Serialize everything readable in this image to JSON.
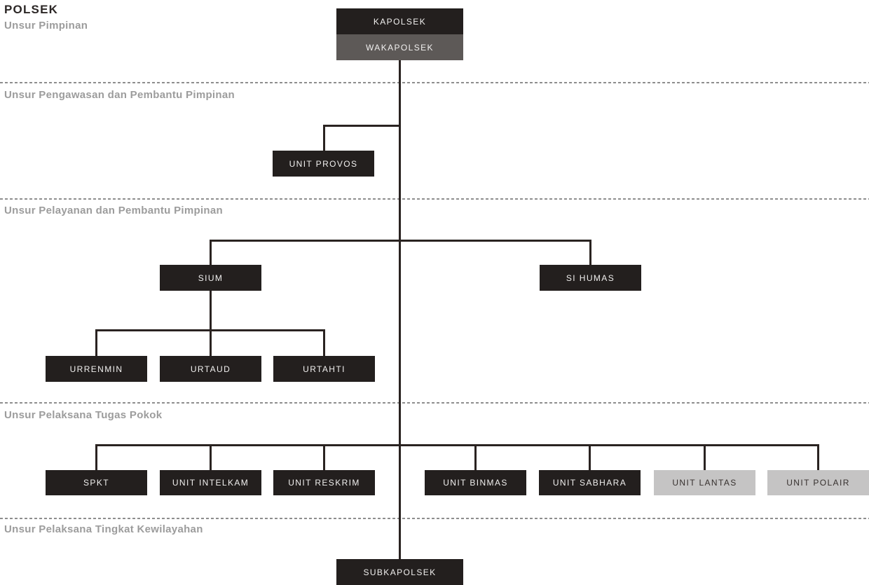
{
  "page": {
    "title": "POLSEK"
  },
  "sections": [
    {
      "label": "Unsur Pimpinan"
    },
    {
      "label": "Unsur Pengawasan dan Pembantu Pimpinan"
    },
    {
      "label": "Unsur Pelayanan dan Pembantu Pimpinan"
    },
    {
      "label": "Unsur Pelaksana Tugas Pokok"
    },
    {
      "label": "Unsur Pelaksana Tingkat Kewilayahan"
    }
  ],
  "nodes": {
    "kapolsek": {
      "label": "KAPOLSEK",
      "style": "dark"
    },
    "wakapolsek": {
      "label": "WAKAPOLSEK",
      "style": "gray"
    },
    "unit_provos": {
      "label": "UNIT PROVOS",
      "style": "dark"
    },
    "sium": {
      "label": "SIUM",
      "style": "dark"
    },
    "si_humas": {
      "label": "SI HUMAS",
      "style": "dark"
    },
    "urrenmin": {
      "label": "URRENMIN",
      "style": "dark"
    },
    "urtaud": {
      "label": "URTAUD",
      "style": "dark"
    },
    "urtahti": {
      "label": "URTAHTI",
      "style": "dark"
    },
    "spkt": {
      "label": "SPKT",
      "style": "dark"
    },
    "unit_intelkam": {
      "label": "UNIT INTELKAM",
      "style": "dark"
    },
    "unit_reskrim": {
      "label": "UNIT RESKRIM",
      "style": "dark"
    },
    "unit_binmas": {
      "label": "UNIT BINMAS",
      "style": "dark"
    },
    "unit_sabhara": {
      "label": "UNIT SABHARA",
      "style": "dark"
    },
    "unit_lantas": {
      "label": "UNIT LANTAS",
      "style": "light"
    },
    "unit_polair": {
      "label": "UNIT POLAIR",
      "style": "light"
    },
    "subkapolsek": {
      "label": "SUBKAPOLSEK",
      "style": "dark"
    }
  },
  "colors": {
    "dark_box": "#231f1e",
    "gray_box": "#5d5957",
    "light_box": "#c5c4c4",
    "dark_box_text": "#f1f0ef",
    "light_box_text": "#36302e",
    "connector_line": "#2a2321",
    "divider_dash": "#8e8e8e",
    "section_label_text": "#9c9c9c",
    "title_text": "#2c2726"
  }
}
